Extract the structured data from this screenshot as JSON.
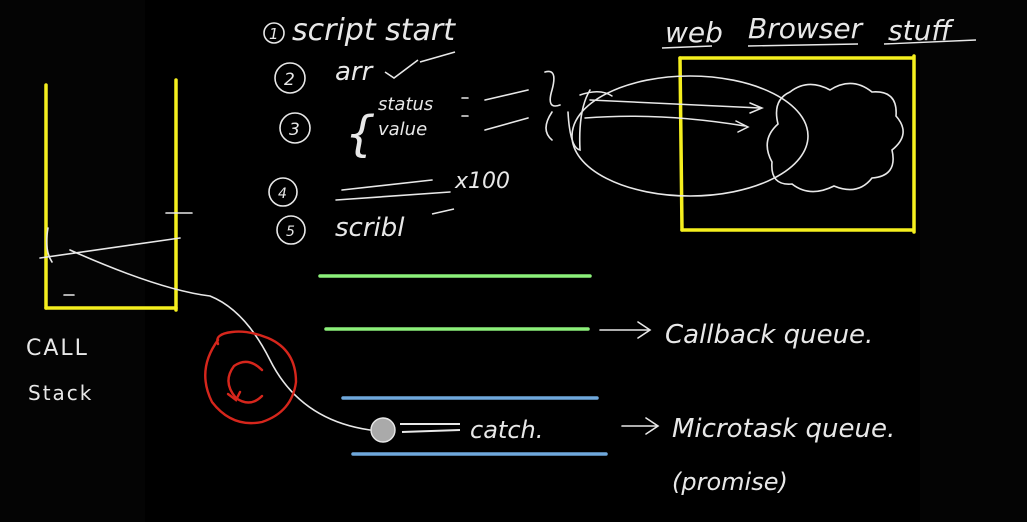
{
  "board": {
    "colors": {
      "background": "#000000",
      "chalk": "#e8e8e8",
      "yellow": "#f5ef1e",
      "green": "#8cf07a",
      "blue": "#6fa8dc",
      "red": "#d6261c"
    },
    "steps": [
      {
        "num": "1",
        "text": "script start"
      },
      {
        "num": "2",
        "text": "arr"
      },
      {
        "num": "3",
        "text": "status"
      },
      {
        "num": "4",
        "text": ""
      },
      {
        "num": "5",
        "text": "scribl"
      }
    ],
    "step3_second_line": "value",
    "step4_note": "x100",
    "call_stack": {
      "line1": "CALL",
      "line2": "Stack"
    },
    "browser_title": {
      "word1": "web",
      "word2": "Browser",
      "word3": "stuff"
    },
    "callback_queue": {
      "label": "Callback queue."
    },
    "microtask_queue": {
      "label": "Microtask queue.",
      "sub": "(promise)"
    },
    "microtask_item": {
      "text": "catch."
    }
  }
}
